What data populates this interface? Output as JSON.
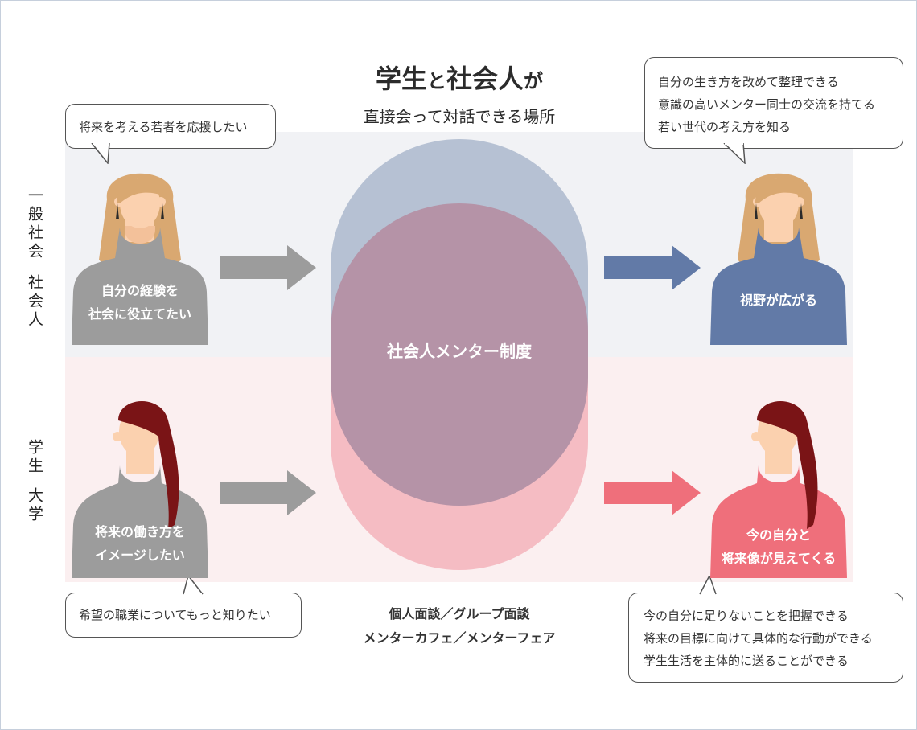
{
  "title": {
    "part1": "学生",
    "part2": "と",
    "part3": "社会人",
    "part4": "が"
  },
  "subtitle": "直接会って対話できる場所",
  "side_labels": {
    "col1_top": "一般社会",
    "col2_top": "社会人",
    "col1_bottom": "学生",
    "col2_bottom": "大学"
  },
  "center": {
    "label": "社会人メンター制度",
    "methods_line1": "個人面談／グループ面談",
    "methods_line2": "メンターカフェ／メンターフェア"
  },
  "bubbles": {
    "top_left": [
      "将来を考える若者を応援したい"
    ],
    "top_right": [
      "自分の生き方を改めて整理できる",
      "意識の高いメンター同士の交流を持てる",
      "若い世代の考え方を知る"
    ],
    "bottom_left": [
      "希望の職業についてもっと知りたい"
    ],
    "bottom_right": [
      "今の自分に足りないことを把握できる",
      "将来の目標に向けて具体的な行動ができる",
      "学生生活を主体的に送ることができる"
    ]
  },
  "persons": {
    "top_left": [
      "自分の経験を",
      "社会に役立てたい"
    ],
    "top_right": [
      "視野が広がる"
    ],
    "bottom_left": [
      "将来の働き方を",
      "イメージしたい"
    ],
    "bottom_right": [
      "今の自分と",
      "将来像が見えてくる"
    ]
  },
  "colors": {
    "gray_figure": "#9c9c9c",
    "blue_figure": "#627aa7",
    "pink_figure": "#ef6f7b",
    "blonde_hair": "#d9a871",
    "red_hair": "#7a1416",
    "skin": "#fbd1af",
    "venn_top": "#b6c1d3",
    "venn_bottom": "#f5bcc3",
    "venn_overlap": "#b593a7"
  }
}
